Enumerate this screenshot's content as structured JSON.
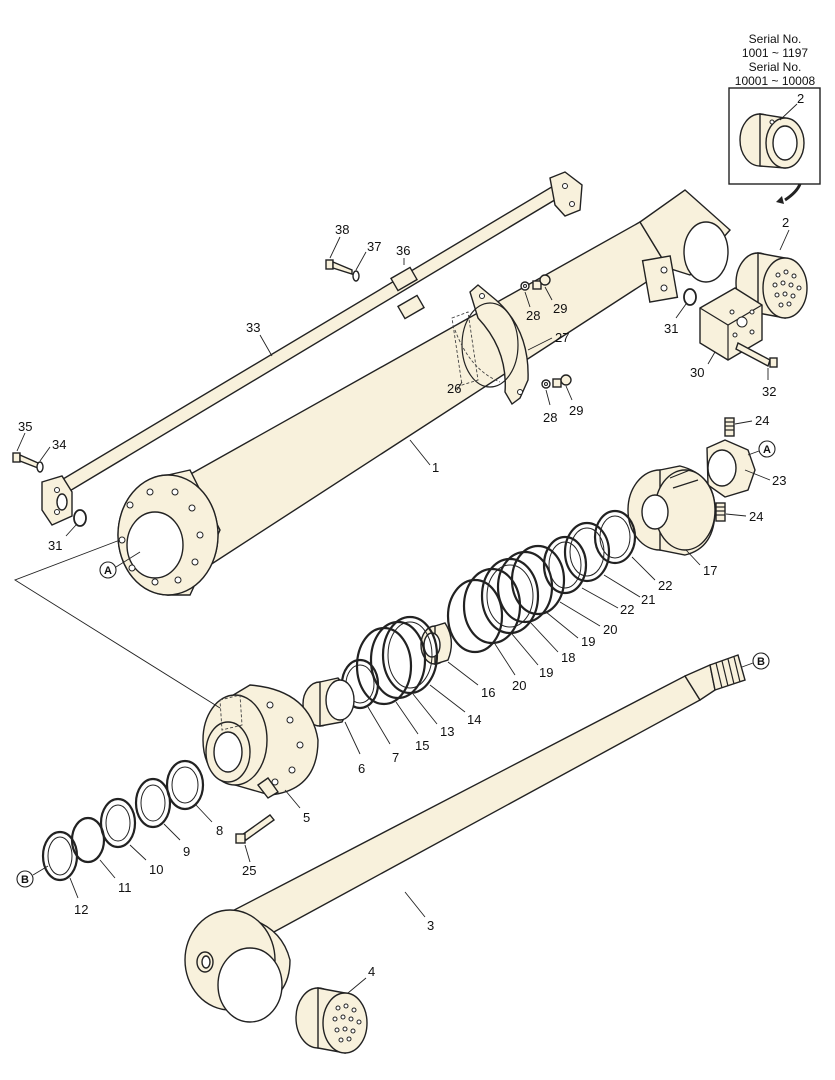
{
  "serial_note": {
    "line1": "Serial No.",
    "line2": "1001 ~ 1197",
    "line3": "Serial No.",
    "line4": "10001 ~ 10008"
  },
  "callouts": {
    "p1": "1",
    "p2_inset": "2",
    "p2": "2",
    "p3": "3",
    "p4": "4",
    "p5": "5",
    "p6": "6",
    "p7": "7",
    "p8": "8",
    "p9": "9",
    "p10": "10",
    "p11": "11",
    "p12": "12",
    "p13": "13",
    "p14": "14",
    "p15": "15",
    "p16": "16",
    "p17": "17",
    "p18": "18",
    "p19a": "19",
    "p19b": "19",
    "p20a": "20",
    "p20b": "20",
    "p21": "21",
    "p22a": "22",
    "p22b": "22",
    "p23": "23",
    "p24a": "24",
    "p24b": "24",
    "p25": "25",
    "p26": "26",
    "p27": "27",
    "p28a": "28",
    "p28b": "28",
    "p29a": "29",
    "p29b": "29",
    "p30": "30",
    "p31a": "31",
    "p31b": "31",
    "p32": "32",
    "p33": "33",
    "p34": "34",
    "p35": "35",
    "p36": "36",
    "p37": "37",
    "p38": "38"
  },
  "reference_marks": {
    "a1": "A",
    "a2": "A",
    "b1": "B",
    "b2": "B"
  }
}
